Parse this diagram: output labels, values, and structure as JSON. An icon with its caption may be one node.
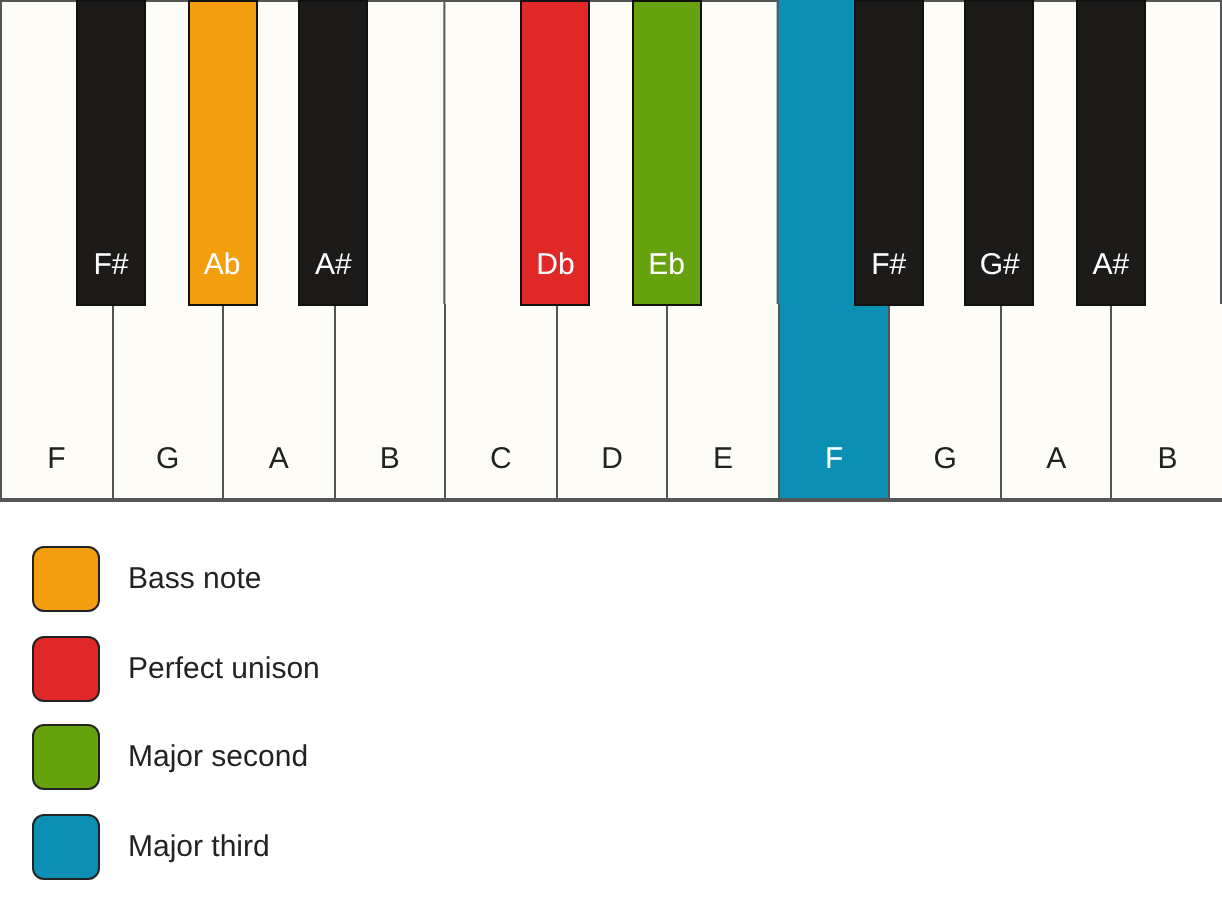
{
  "diagram": {
    "nodes": [
      {
        "text": [
          "F#"
        ]
      },
      {
        "text": [
          "Ab"
        ]
      },
      {
        "text": [
          "A#"
        ]
      },
      {
        "text": [
          "Db"
        ]
      },
      {
        "text": [
          "Eb"
        ]
      },
      {
        "text": [
          "F#"
        ]
      },
      {
        "text": [
          "G#"
        ]
      },
      {
        "text": [
          "A#"
        ]
      },
      {
        "text": [
          "F"
        ]
      },
      {
        "text": [
          "G"
        ]
      },
      {
        "text": [
          "A"
        ]
      },
      {
        "text": [
          "B"
        ]
      },
      {
        "text": [
          "C"
        ]
      },
      {
        "text": [
          "D"
        ]
      },
      {
        "text": [
          "E"
        ]
      },
      {
        "text": [
          "F"
        ]
      },
      {
        "text": [
          "G"
        ]
      },
      {
        "text": [
          "A"
        ]
      },
      {
        "text": [
          "B"
        ]
      }
    ],
    "edges": [],
    "legend": [
      {
        "text": "Bass note",
        "color": "#f29e0f"
      },
      {
        "text": "Perfect unison",
        "color": "#e02828"
      },
      {
        "text": "Major second",
        "color": "#66a10e"
      },
      {
        "text": "Major third",
        "color": "#0b8fb5"
      }
    ]
  }
}
